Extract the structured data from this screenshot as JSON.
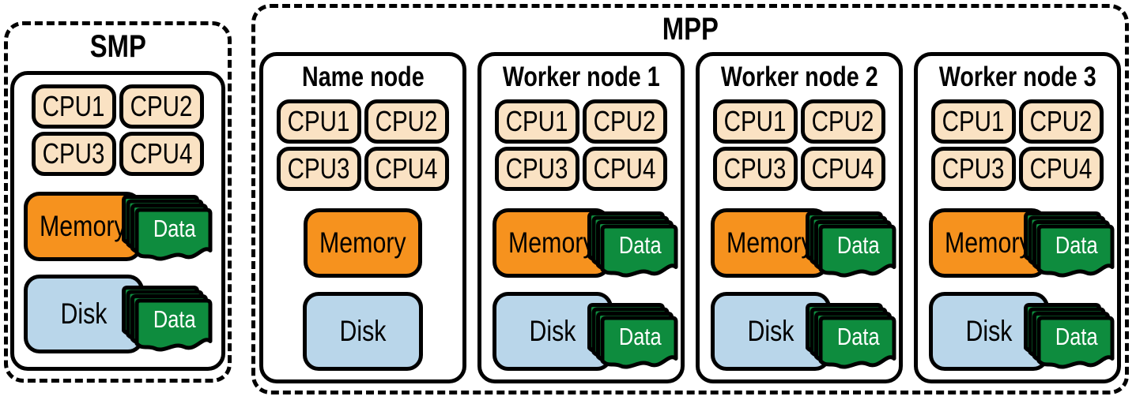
{
  "data_flag_label": "Data",
  "colors": {
    "cpu_fill": "#FAE2C3",
    "memory_fill": "#F6921E",
    "disk_fill": "#B9D6EA",
    "data_fill": "#0E8C3E",
    "outline": "#000000",
    "background": "#FFFFFF",
    "data_text": "#FFFFFF"
  },
  "smp": {
    "title": "SMP",
    "node": {
      "cpus": [
        "CPU1",
        "CPU2",
        "CPU3",
        "CPU4"
      ],
      "memory_label": "Memory",
      "disk_label": "Disk",
      "memory_has_data": true,
      "disk_has_data": true
    }
  },
  "mpp": {
    "title": "MPP",
    "nodes": [
      {
        "title": "Name node",
        "cpus": [
          "CPU1",
          "CPU2",
          "CPU3",
          "CPU4"
        ],
        "memory_label": "Memory",
        "disk_label": "Disk",
        "memory_has_data": false,
        "disk_has_data": false
      },
      {
        "title": "Worker node 1",
        "cpus": [
          "CPU1",
          "CPU2",
          "CPU3",
          "CPU4"
        ],
        "memory_label": "Memory",
        "disk_label": "Disk",
        "memory_has_data": true,
        "disk_has_data": true
      },
      {
        "title": "Worker node 2",
        "cpus": [
          "CPU1",
          "CPU2",
          "CPU3",
          "CPU4"
        ],
        "memory_label": "Memory",
        "disk_label": "Disk",
        "memory_has_data": true,
        "disk_has_data": true
      },
      {
        "title": "Worker node 3",
        "cpus": [
          "CPU1",
          "CPU2",
          "CPU3",
          "CPU4"
        ],
        "memory_label": "Memory",
        "disk_label": "Disk",
        "memory_has_data": true,
        "disk_has_data": true
      }
    ]
  }
}
